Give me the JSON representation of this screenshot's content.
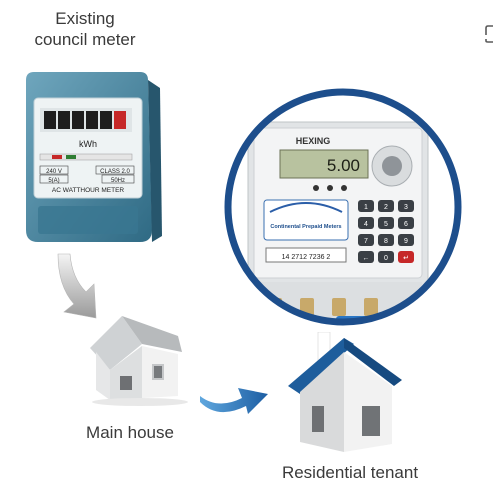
{
  "labels": {
    "existing_meter_line1": "Existing",
    "existing_meter_line2": "council meter",
    "main_house": "Main house",
    "residential_tenant": "Residential tenant"
  },
  "old_meter": {
    "unit": "kWh",
    "voltage": "240 V",
    "current": "5(A)",
    "class": "CLASS 2.0",
    "frequency": "50Hz",
    "type": "AC WATTHOUR METER"
  },
  "prepaid_meter": {
    "brand": "HEXING",
    "display_value": "5.00",
    "card_text": "Continental Prepaid Meters",
    "serial": "14 2712 7236 2",
    "keypad": [
      "1",
      "2",
      "3",
      "4",
      "5",
      "6",
      "7",
      "8",
      "9",
      "←",
      "0",
      "↵"
    ]
  },
  "colors": {
    "ring": "#1d4e8c",
    "arrow": "#1d6fb3",
    "roof": "#1e5d9c",
    "meter_body": "#3f7f99",
    "caption": "#3a3a3a"
  }
}
